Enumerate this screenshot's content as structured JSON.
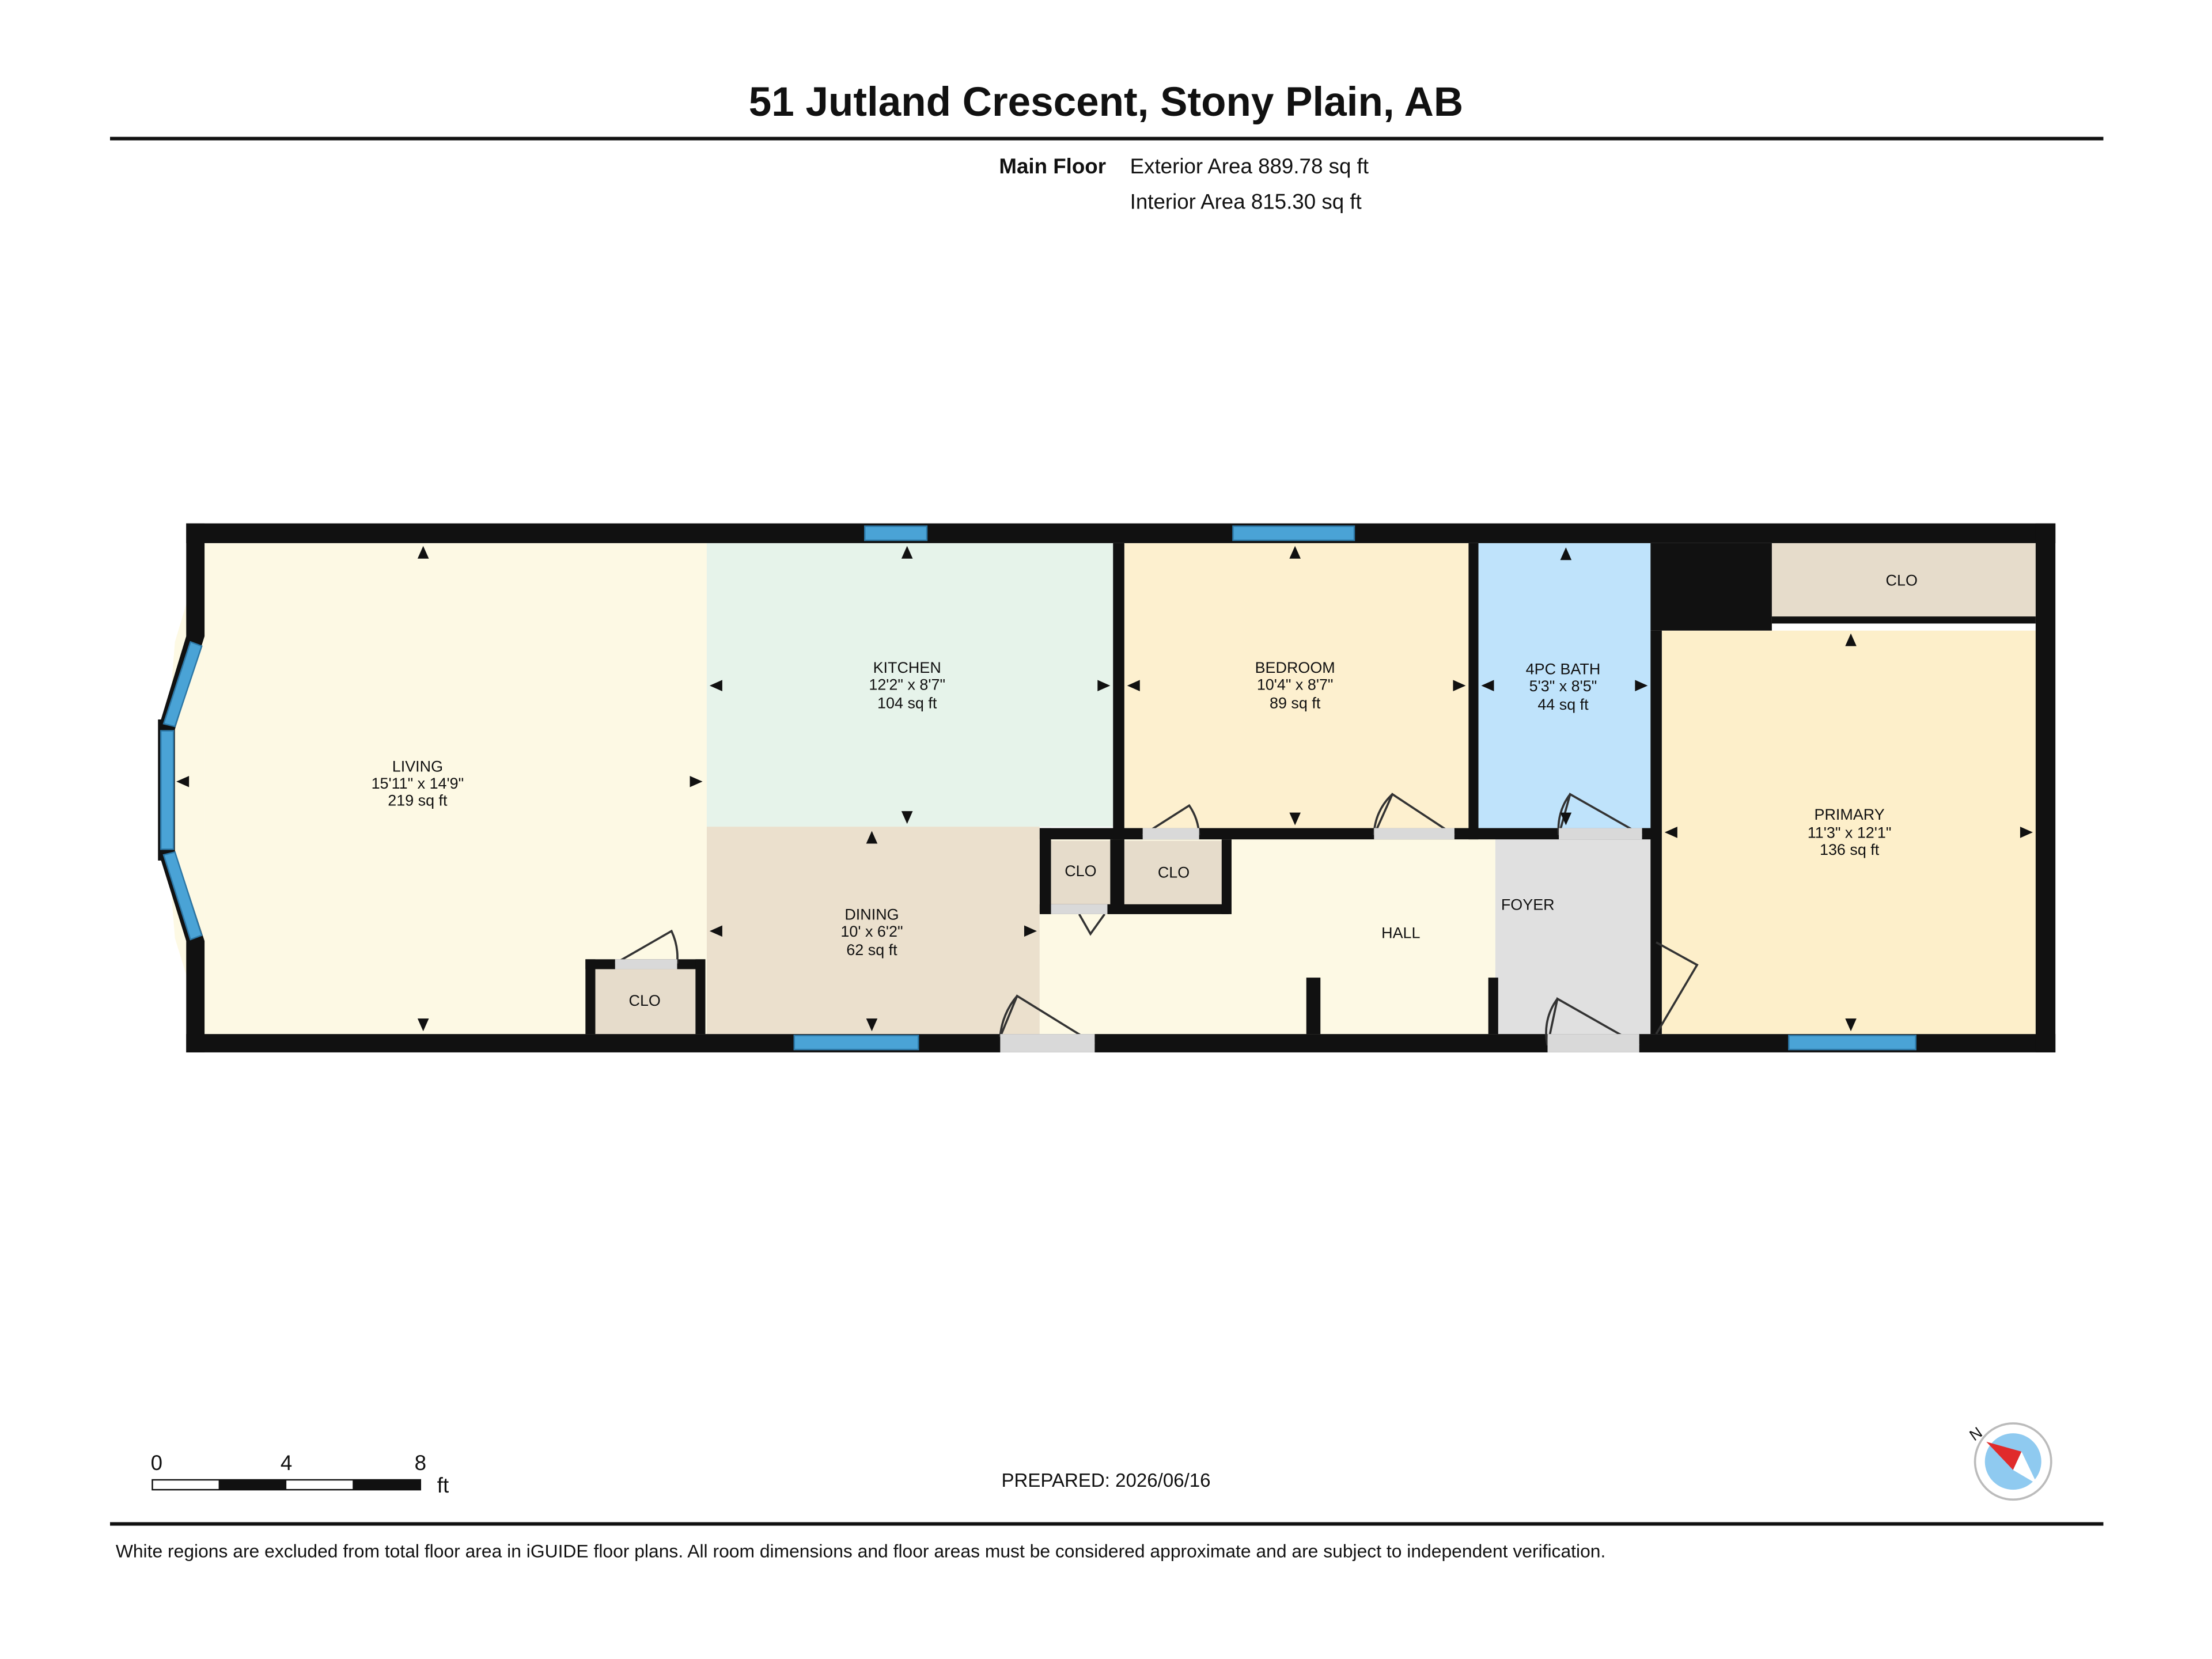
{
  "header": {
    "title": "51 Jutland Crescent, Stony Plain, AB",
    "floor_label": "Main Floor",
    "exterior_area": "Exterior Area 889.78 sq ft",
    "interior_area": "Interior Area 815.30 sq ft"
  },
  "rooms": {
    "living": {
      "name": "LIVING",
      "dims": "15'11\" x 14'9\"",
      "area": "219 sq ft"
    },
    "kitchen": {
      "name": "KITCHEN",
      "dims": "12'2\" x 8'7\"",
      "area": "104 sq ft"
    },
    "bedroom": {
      "name": "BEDROOM",
      "dims": "10'4\" x 8'7\"",
      "area": "89 sq ft"
    },
    "bath": {
      "name": "4PC BATH",
      "dims": "5'3\" x 8'5\"",
      "area": "44 sq ft"
    },
    "primary": {
      "name": "PRIMARY",
      "dims": "11'3\" x 12'1\"",
      "area": "136 sq ft"
    },
    "dining": {
      "name": "DINING",
      "dims": "10' x 6'2\"",
      "area": "62 sq ft"
    },
    "hall": {
      "name": "HALL"
    },
    "foyer": {
      "name": "FOYER"
    },
    "closet_label": "CLO"
  },
  "room_colors": {
    "living": "#fdf9e4",
    "kitchen": "#e6f3ea",
    "bedroom": "#fdf0cf",
    "bath": "#bfe3fb",
    "primary": "#fdefca",
    "dining": "#ebe0cd",
    "hall": "#fdf9e4",
    "foyer": "#e0e0e0",
    "closet": "#e6dccb",
    "window": "#4aa3d6",
    "wall": "#111111"
  },
  "scale": {
    "ticks": [
      "0",
      "4",
      "8"
    ],
    "unit": "ft"
  },
  "footer": {
    "prepared": "PREPARED: 2026/06/16",
    "disclaimer": "White regions are excluded from total floor area in iGUIDE floor plans. All room dimensions and floor areas must be considered approximate and are subject to independent verification."
  },
  "compass": {
    "label": "N",
    "icon": "compass-icon"
  }
}
